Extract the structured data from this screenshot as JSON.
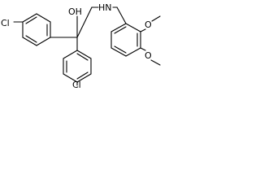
{
  "molecule": {
    "atom_labels": {
      "cl_top": "Cl",
      "cl_bottom": "Cl",
      "hydroxyl": "OH",
      "amine": "HN",
      "methoxy_top": "O",
      "methoxy_bottom": "O"
    },
    "colors": {
      "ink": "#000000",
      "background": "#ffffff"
    }
  }
}
